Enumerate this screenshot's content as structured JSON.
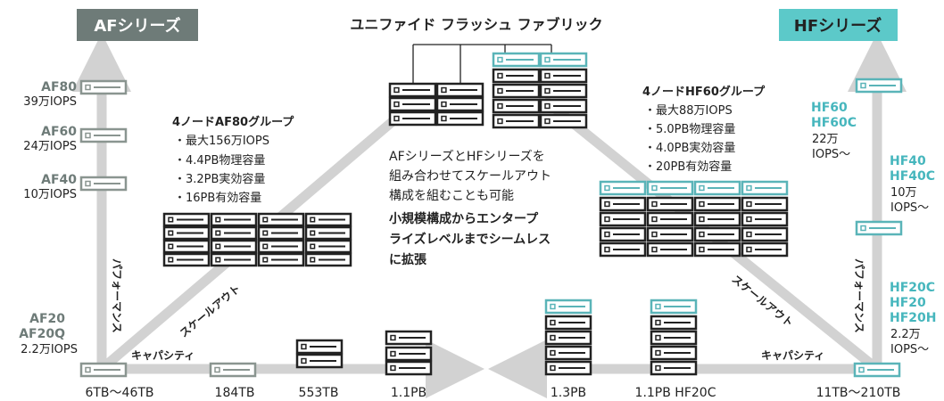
{
  "colors": {
    "af_banner": "#6e7b78",
    "hf_banner": "#5cc9c9",
    "track": "#d2d2d2",
    "chassis_dark": "#222222",
    "chassis_teal": "#5ab4b8",
    "hf_model_text": "#46b6bd"
  },
  "af_banner": "AFシリーズ",
  "hf_banner": "HFシリーズ",
  "unified_title": "ユニファイド フラッシュ ファブリック",
  "af_models": [
    {
      "name": "AF80",
      "iops": "39万IOPS"
    },
    {
      "name": "AF60",
      "iops": "24万IOPS"
    },
    {
      "name": "AF40",
      "iops": "10万IOPS"
    }
  ],
  "af_entry": {
    "name1": "AF20",
    "name2": "AF20Q",
    "iops": "2.2万IOPS"
  },
  "hf_models": [
    {
      "lines": [
        "HF60",
        "HF60C"
      ],
      "iops": [
        "22万",
        "IOPS～"
      ]
    },
    {
      "lines": [
        "HF40",
        "HF40C"
      ],
      "iops": [
        "10万",
        "IOPS～"
      ]
    },
    {
      "lines": [
        "HF20C",
        "HF20",
        "HF20H"
      ],
      "iops": [
        "2.2万",
        "IOPS～"
      ]
    }
  ],
  "af_group": {
    "title": "4ノードAF80グループ",
    "items": [
      "・最大156万IOPS",
      "・4.4PB物理容量",
      "・3.2PB実効容量",
      "・16PB有効容量"
    ]
  },
  "hf_group": {
    "title": "4ノードHF60グループ",
    "items": [
      "・最大88万IOPS",
      "・5.0PB物理容量",
      "・4.0PB実効容量",
      "・20PB有効容量"
    ]
  },
  "center_text": [
    "AFシリーズとHFシリーズを",
    "組み合わせてスケールアウト",
    "構成を組むことも可能"
  ],
  "center_bold": [
    "小規模構成からエンタープ",
    "ライズレベルまでシームレス",
    "に拡張"
  ],
  "performance_label": "パフォーマンス",
  "capacity_label": "キャパシティ",
  "scaleout_label": "スケールアウト",
  "capacities_af": [
    "6TB～46TB",
    "184TB",
    "553TB",
    "1.1PB"
  ],
  "capacities_hf": [
    "1.3PB",
    "1.1PB HF20C",
    "11TB～210TB"
  ]
}
